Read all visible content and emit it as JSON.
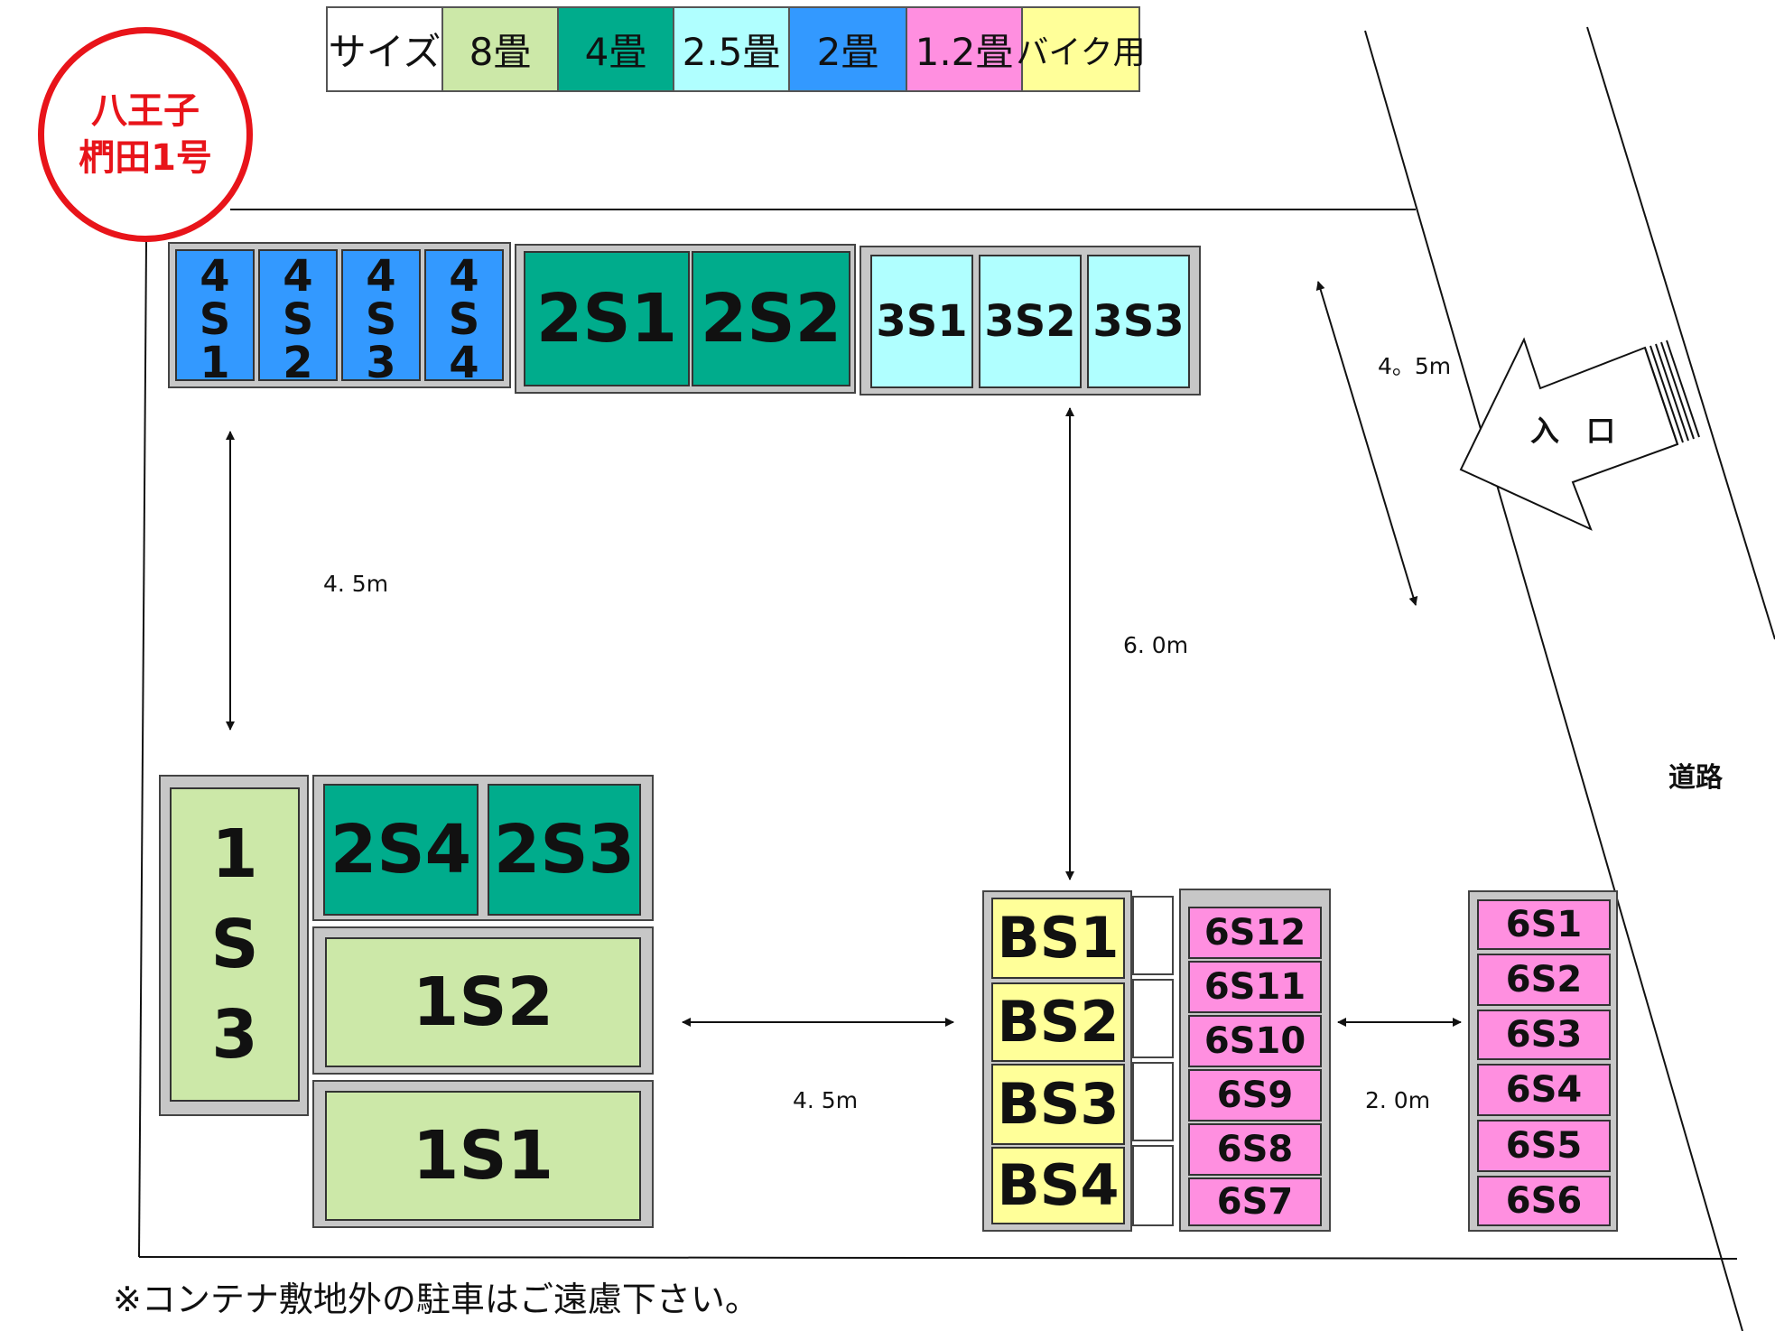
{
  "legend": {
    "size_label": "サイズ",
    "items": [
      {
        "label": "8畳",
        "color": "#cce8a8"
      },
      {
        "label": "4畳",
        "color": "#00ac8c"
      },
      {
        "label": "2.5畳",
        "color": "#b0ffff"
      },
      {
        "label": "2畳",
        "color": "#3399ff"
      },
      {
        "label": "1.2畳",
        "color": "#ff8fe0"
      },
      {
        "label": "バイク用",
        "color": "#ffff99"
      }
    ]
  },
  "site": {
    "name_line1": "八王子",
    "name_line2": "椚田1号",
    "badge_color": "#e8141a"
  },
  "units": {
    "s4": [
      [
        "4",
        "S",
        "1"
      ],
      [
        "4",
        "S",
        "2"
      ],
      [
        "4",
        "S",
        "3"
      ],
      [
        "4",
        "S",
        "4"
      ]
    ],
    "s2_top": [
      "2S1",
      "2S2"
    ],
    "s3": [
      "3S1",
      "3S2",
      "3S3"
    ],
    "s1_tall": [
      "1",
      "S",
      "3"
    ],
    "s2_bottom": [
      "2S4",
      "2S3"
    ],
    "s1_wide": [
      "1S2",
      "1S1"
    ],
    "bike": [
      "BS1",
      "BS2",
      "BS3",
      "BS4"
    ],
    "s6_left": [
      "6S12",
      "6S11",
      "6S10",
      "6S9",
      "6S8",
      "6S7"
    ],
    "s6_right": [
      "6S1",
      "6S2",
      "6S3",
      "6S4",
      "6S5",
      "6S6"
    ]
  },
  "dimensions": {
    "left_vertical": "4. 5m",
    "center_vertical": "6. 0m",
    "entrance_road": "4。5m",
    "bottom_horizontal": "4. 5m",
    "between_rows": "2. 0m"
  },
  "labels": {
    "entrance": "入口",
    "road": "道路",
    "note": "※コンテナ敷地外の駐車はご遠慮下さい。"
  }
}
